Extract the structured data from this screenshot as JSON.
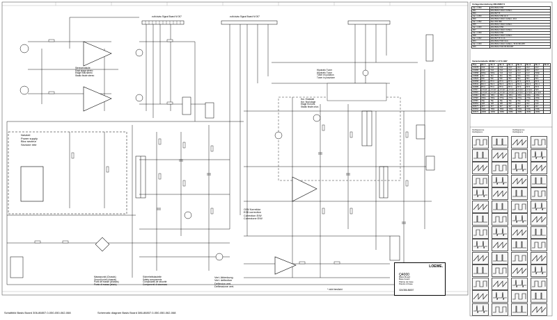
{
  "labels": {
    "connector_top_left": "zu/to/a/au Signal Board M 007",
    "connector_top_mid": "zu/to/a/au Signal Board M 007",
    "power_supply": "Netzteil\nPower supply\nBloc secteur\nSezione rete",
    "end_stages": "Stereoendstufe\nFinal stage stereo\nEtage final stereo\nStadio finale stereo",
    "end_stufe_mid": "Hor. Endstufe\nHor. final stage\nEtage fin.horiz.\nStadio finale orizz.",
    "ow_correction": "O/W Korrektur\nE/W correction\nCorrection E/W\nCorrezione E/W",
    "vert_deflection": "Vert. Ablenkung\nVert. deflection\nDéflexion vert.\nDeflessione vert.",
    "nicht_bestueckt": "* nicht bestückt",
    "legend_left": "Massepunkt (Chassis)\nGround point (chassis)\nPoint de masse (chassis)\nPunto di massa (telaio)",
    "legend_right": "Sicherheitsbauteile\nSafety components\nComposants de sécurité\nComponenti di sicurezza",
    "hip_labels": "Hipotrafo Tuner\nHipotrafo Tuner\nTuner en position\nTuner in posizione"
  },
  "table_title": "Vorlagenbestückung 386-86807.0",
  "table_rows": [
    [
      "Var. 2 050",
      "262-86/Hz 050"
    ],
    [
      "051",
      "262-86/Hz 40Hz CASE L"
    ],
    [
      "050",
      "262-86/T 8"
    ],
    [
      "Var. 2 050",
      "262-86/Hz 050 16.0"
    ],
    [
      "050",
      "262-86/Hz 40Hz CASE L 16.0"
    ],
    [
      "Var. 2 052",
      "Rev 050 350"
    ],
    [
      "055",
      "262-86/Hz 40Hz CASE L"
    ],
    [
      "Var. 2 060",
      "262-86/Hz 050"
    ],
    [
      "057",
      "262-86/Hz 40Hz CASE L"
    ],
    [
      "Var. 2 050",
      "212-86/Hz 050"
    ],
    [
      "058",
      "262-86/Hz 40Hz CASE L"
    ],
    [
      "Var. 2 062",
      "262-86/T 8 3 mA"
    ],
    [
      "064",
      "262-86/Hz 50Z 3mA"
    ],
    [
      "Var. 2 060",
      "262-86/Hz 40Hz CASE L / B 60 BOUBT"
    ],
    [
      "066",
      "262-86/Hz 50Z 86 BOUBT"
    ]
  ],
  "var_table_title": "Variantentabelle 386807-4    17.5.1997",
  "var_header": [
    "Pos.",
    "Nr. 1",
    "Nr. 2",
    "Nr. 3",
    "Nr. 4",
    "Nr. 5",
    "Nr. 6",
    "Nr. 7",
    "Nr. 8"
  ],
  "var_rows": [
    [
      "C0478",
      "2n2",
      "2n2",
      "2n2",
      "2n2",
      "2n2",
      "2n2",
      "2n2",
      ""
    ],
    [
      "C0466",
      "2n2",
      "2n2",
      "2n2",
      "2n2",
      "2n2",
      "2n2",
      "2n2",
      ""
    ],
    [
      "C0558",
      "820p",
      "820p",
      "1n2",
      "1n2",
      "1n2",
      "1n2",
      "820p",
      ""
    ],
    [
      "C0598",
      "11u",
      "11u",
      "11u",
      "15u",
      "15u",
      "15u",
      "11u",
      ""
    ],
    [
      "C0522",
      "50n",
      "50n",
      "50n",
      "56n",
      "56n",
      "56n",
      "50n",
      ""
    ],
    [
      "D0558",
      "BY4",
      "BY4",
      "BY4",
      "BY4",
      "BY4",
      "BY4",
      "BY4",
      ""
    ],
    [
      "D0541",
      "BA 4",
      "BA 4",
      "BA 4",
      "BA 4",
      "BA 4",
      "BA 4",
      "BA 4",
      ""
    ],
    [
      "D0585",
      "BY4",
      "BY4",
      "BY4",
      "BY4",
      "BY4",
      "BY4",
      "BY4",
      ""
    ],
    [
      "L0507",
      "jumper",
      "jumper",
      "jumper",
      "jumper",
      "jumper",
      "jumper",
      "5p6",
      ""
    ],
    [
      "L0509",
      "jumper",
      "jumper",
      "jumper",
      "jumper",
      "jumper",
      "jumper",
      "jumper",
      ""
    ],
    [
      "L0582",
      "180u",
      "180u",
      "180u",
      "180u",
      "180u",
      "180u",
      "180u",
      ""
    ],
    [
      "L0598",
      "260µ",
      "260µ",
      "270µ",
      "270µ",
      "270µ",
      "270µ",
      "260µ",
      ""
    ],
    [
      "L0550",
      "15µ",
      "15µ",
      "15µ",
      "15µ",
      "15µ",
      "15µ",
      "15µ",
      ""
    ],
    [
      "R0551",
      "1k8",
      "1k8",
      "1k8",
      "2k2",
      "2k2",
      "2k2",
      "1k8",
      ""
    ],
    [
      "R0577",
      "4k7",
      "4k7",
      "4k7",
      "4k7",
      "4k7",
      "4k7",
      "4k7",
      ""
    ],
    [
      "R0564",
      "150k",
      "150k",
      "150k",
      "150k",
      "150k",
      "150k",
      "150k",
      ""
    ],
    [
      "R0574",
      "2R82",
      "2R82",
      "2R82",
      "2R82",
      "2R82",
      "2R82",
      "2R82",
      ""
    ]
  ],
  "scope_headers": [
    "Oszillogramme\nOscillograms",
    "Oszillogramme\nOscillograms"
  ],
  "title_block": {
    "brand": "LOEWE.",
    "model": "Q4000",
    "names": "Basis Board\nBase board\nPlatine de base\nPiastra di base",
    "doc": "324/386-86807"
  },
  "captions": {
    "left": "Schaltbild Basis Board 306-86807.0-050-050-062-068",
    "right": "Schematic diagram Basis Board 386-86807.0-050-050-062-068"
  }
}
